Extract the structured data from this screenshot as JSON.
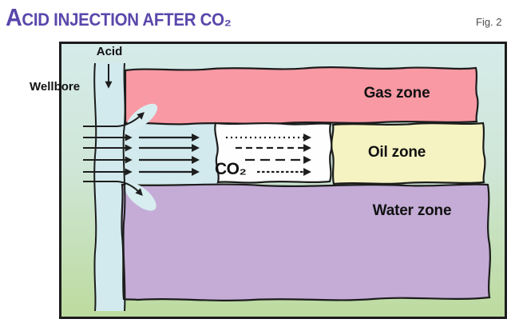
{
  "title": {
    "lead": "A",
    "rest": "CID INJECTION AFTER CO₂"
  },
  "figure_label": "Fig. 2",
  "diagram": {
    "labels": {
      "acid": "Acid",
      "wellbore": "Wellbore",
      "gas_zone": "Gas zone",
      "oil_zone": "Oil zone",
      "water_zone": "Water zone",
      "co2": "CO₂"
    },
    "colors": {
      "title": "#5a47ab",
      "figure_label": "#4d4d4d",
      "outline": "#1c1c1c",
      "arrow": "#1e1e1e",
      "gas_zone": "#f999a4",
      "oil_zone": "#f6f3c3",
      "water_zone": "#c4acd6",
      "co2_zone": "#fefefe",
      "wellbore": "#d2eaee",
      "highlight": "#d8edf0",
      "background_top": "#d5ebe9",
      "background_mid": "#cfe6d8",
      "background_bottom": "#bcdb9e"
    }
  }
}
